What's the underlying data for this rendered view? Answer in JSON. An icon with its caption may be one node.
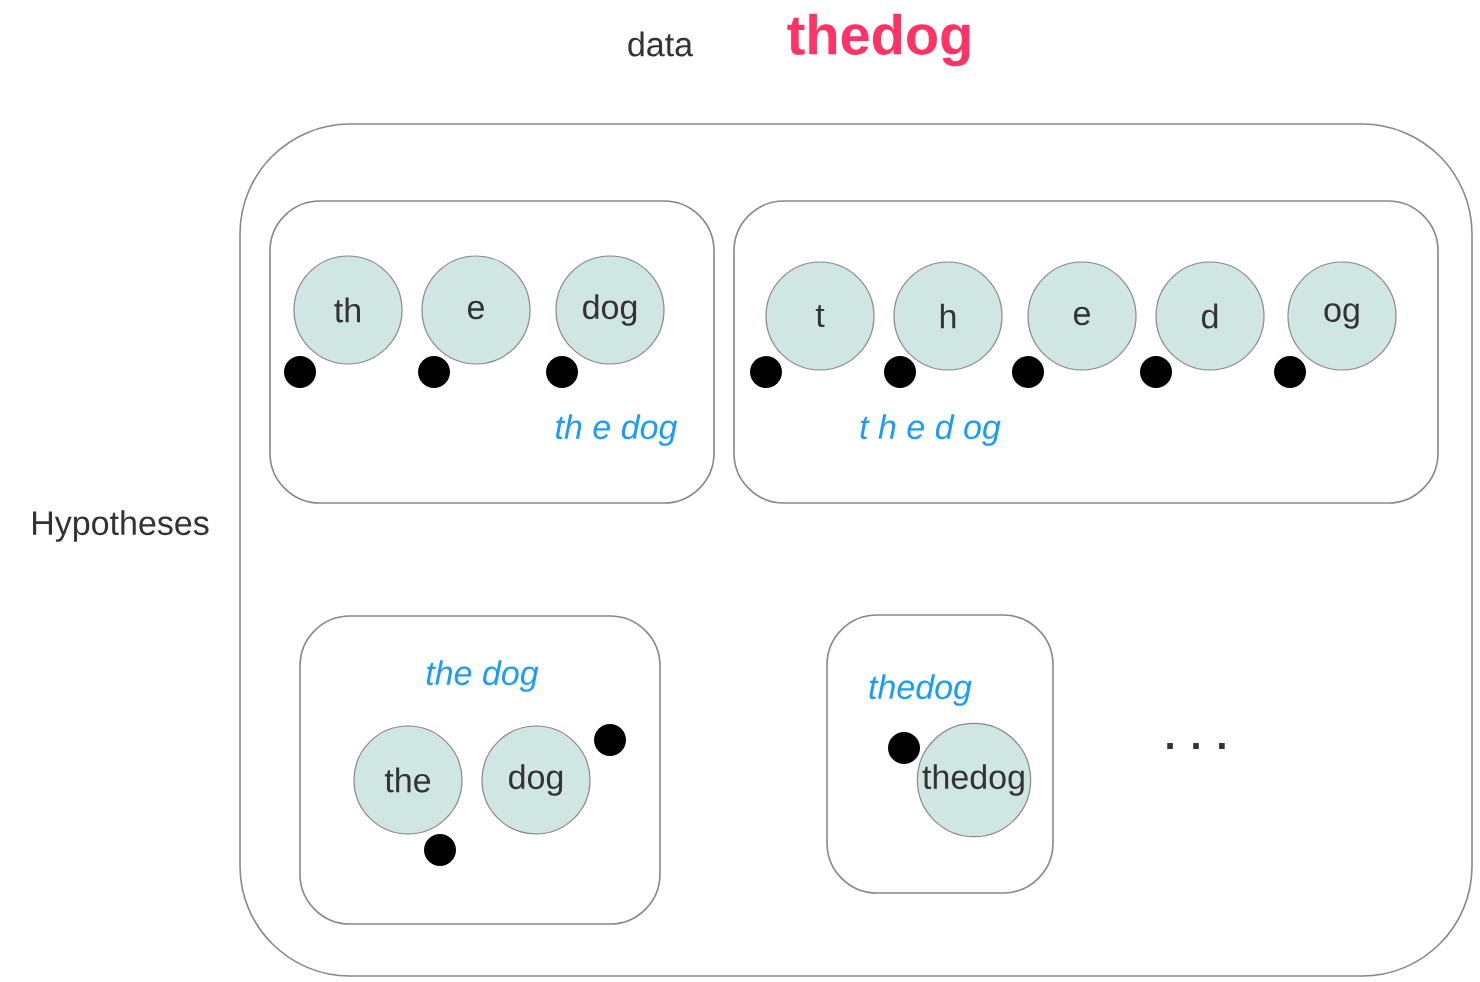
{
  "diagram": {
    "nodes": [
      {
        "text": [
          "Hypotheses"
        ]
      },
      {
        "text": [
          "th e dog"
        ],
        "in": 0
      },
      {
        "text": [
          "th"
        ],
        "in": 1
      },
      {
        "text": [
          "e"
        ],
        "in": 1
      },
      {
        "text": [
          "dog"
        ],
        "in": 1
      },
      {
        "text": [
          "t h e d og"
        ],
        "in": 0
      },
      {
        "text": [
          "t"
        ],
        "in": 5
      },
      {
        "text": [
          "h"
        ],
        "in": 5
      },
      {
        "text": [
          "e"
        ],
        "in": 5
      },
      {
        "text": [
          "d"
        ],
        "in": 5
      },
      {
        "text": [
          "og"
        ],
        "in": 5
      },
      {
        "text": [
          "the dog"
        ],
        "in": 0
      },
      {
        "text": [
          "the"
        ],
        "in": 11
      },
      {
        "text": [
          "dog"
        ],
        "in": 11
      },
      {
        "text": [
          "thedog"
        ],
        "in": 0
      },
      {
        "text": [
          "thedog"
        ],
        "in": 14
      }
    ],
    "labels": [
      "data",
      "thedog",
      ". . ."
    ]
  }
}
